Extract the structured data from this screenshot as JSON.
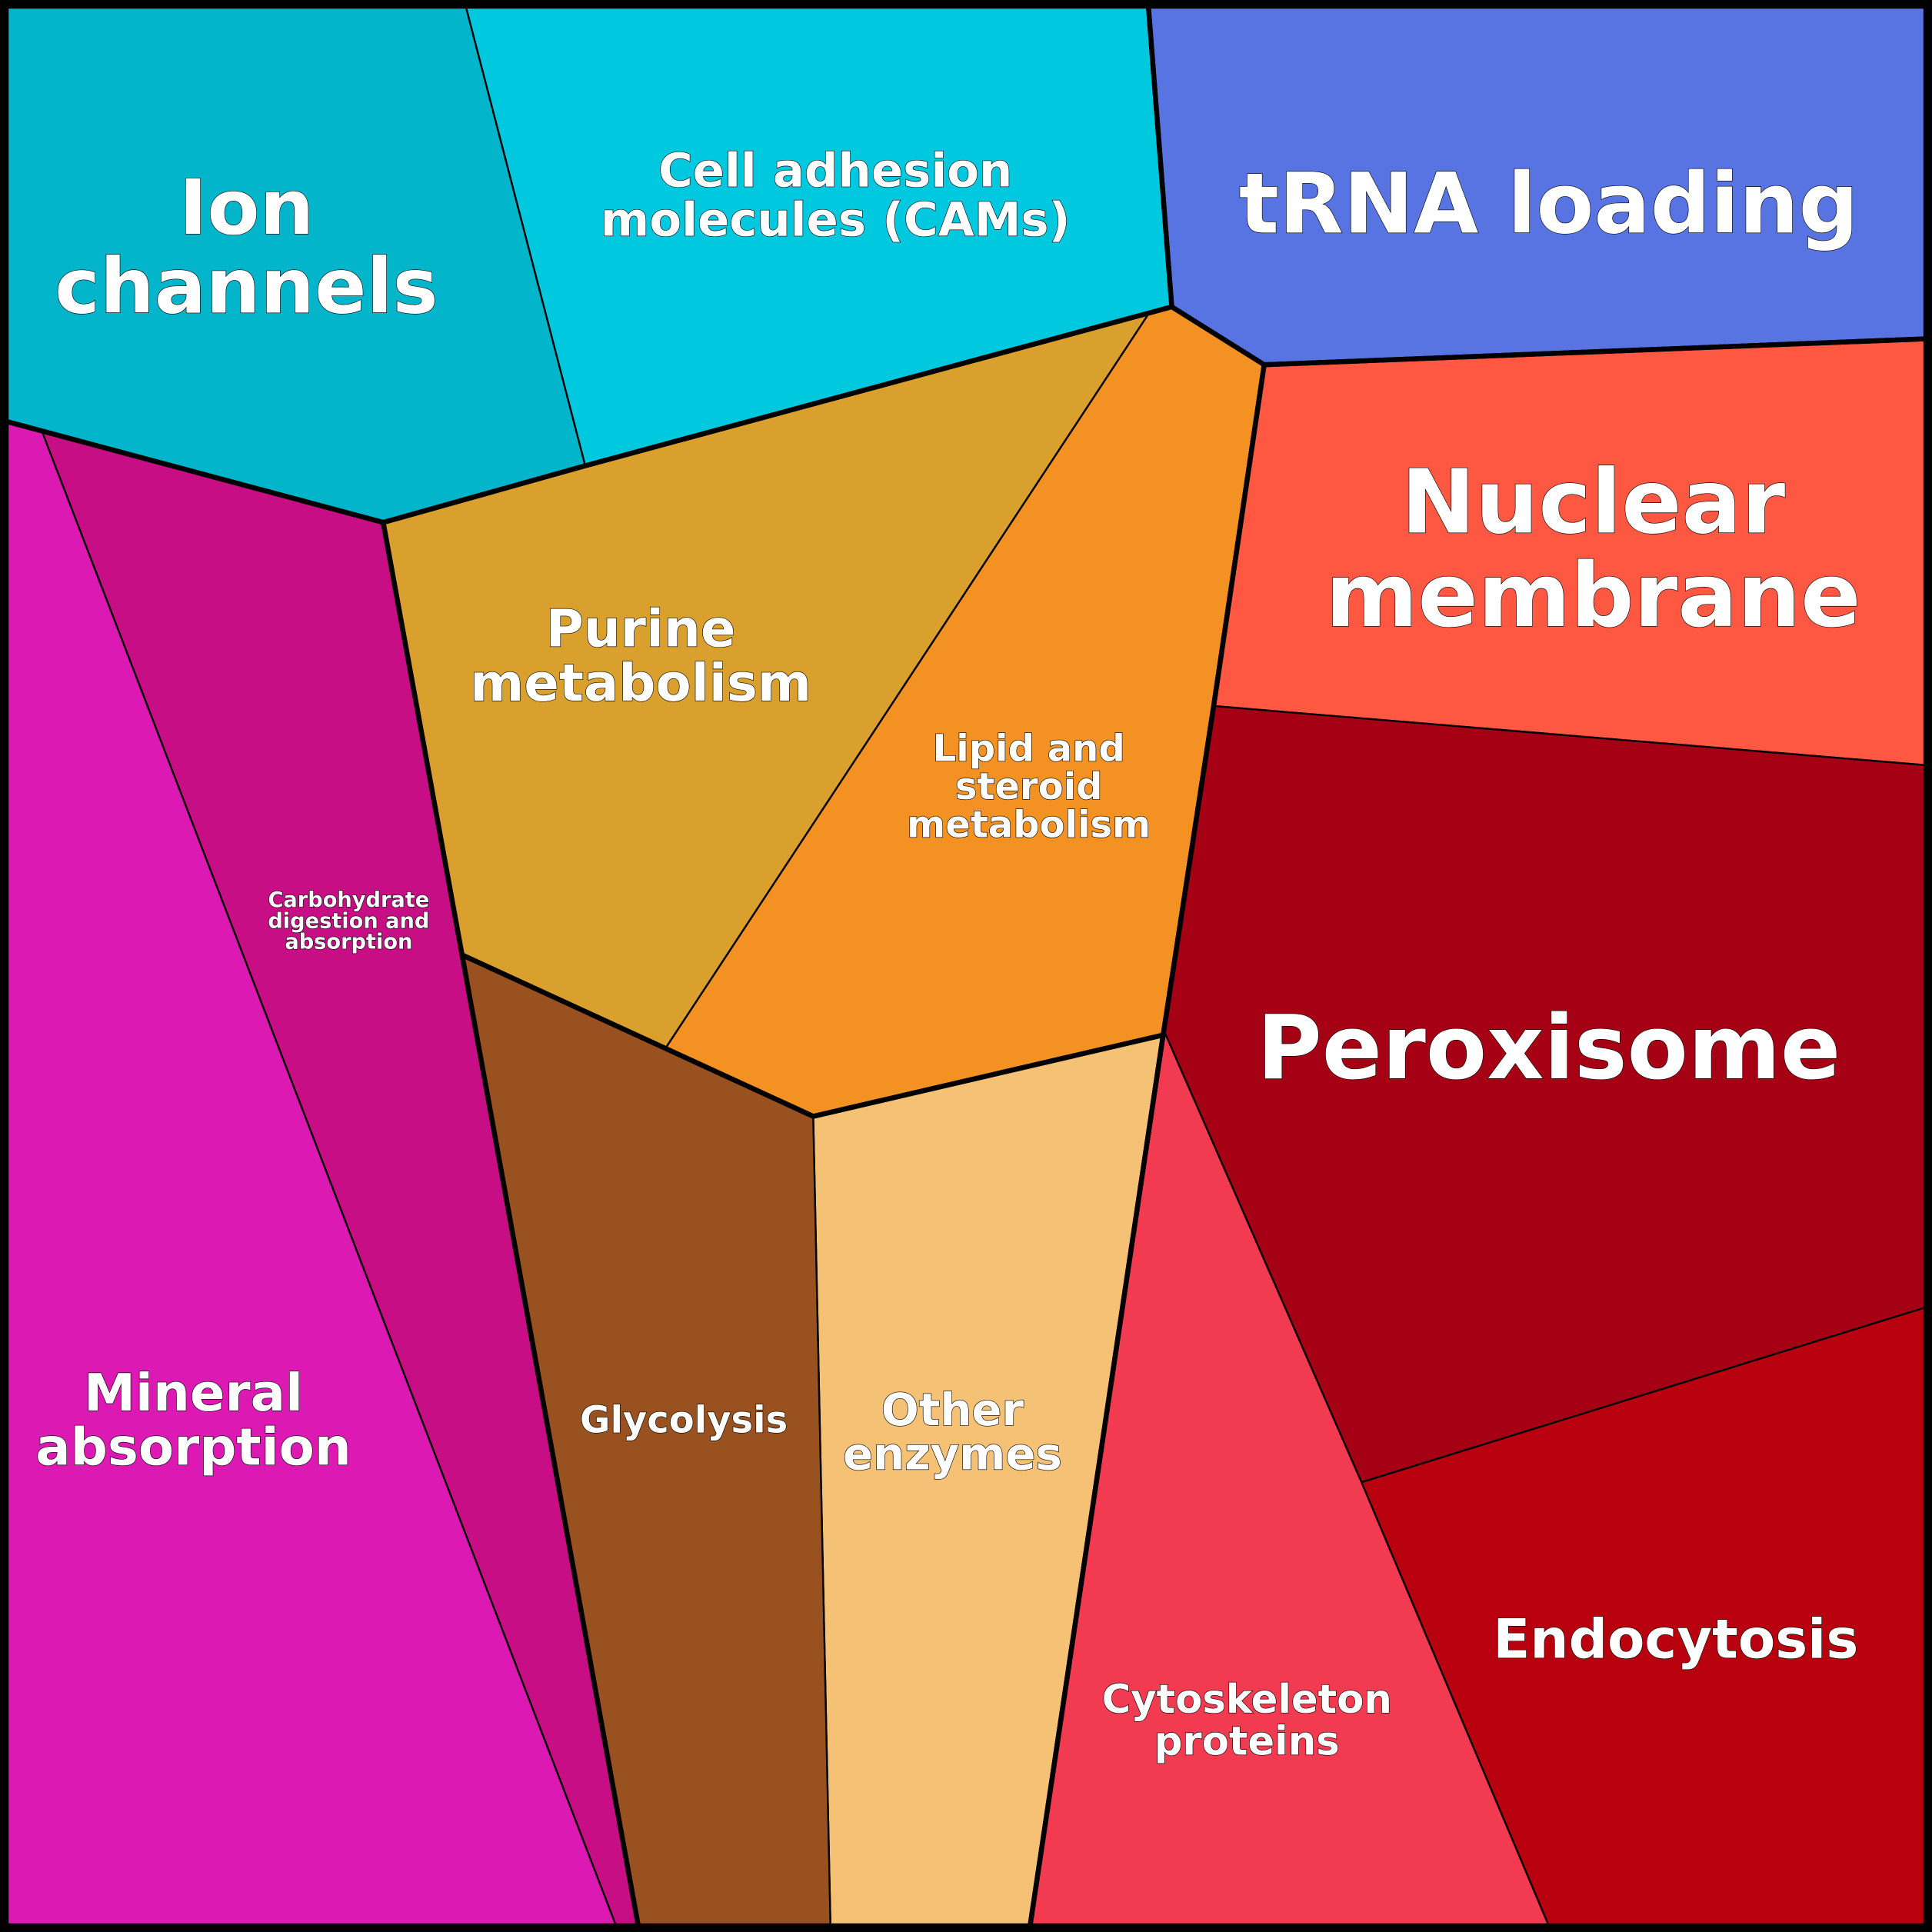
{
  "cells": [
    {
      "id": "ion",
      "label": [
        "Ion",
        "channels"
      ],
      "color": "#02b5cb"
    },
    {
      "id": "cams",
      "label": [
        "Cell adhesion",
        "molecules (CAMs)"
      ],
      "color": "#00c8df"
    },
    {
      "id": "trna",
      "label": [
        "tRNA loading"
      ],
      "color": "#5874e2"
    },
    {
      "id": "purine",
      "label": [
        "Purine",
        "metabolism"
      ],
      "color": "#d9a02e"
    },
    {
      "id": "lipid",
      "label": [
        "Lipid and",
        "steroid",
        "metabolism"
      ],
      "color": "#f39222"
    },
    {
      "id": "nuclear",
      "label": [
        "Nuclear",
        "membrane"
      ],
      "color": "#ff5842"
    },
    {
      "id": "peroxisome",
      "label": [
        "Peroxisome"
      ],
      "color": "#a60015"
    },
    {
      "id": "endocytosis",
      "label": [
        "Endocytosis"
      ],
      "color": "#b8000f"
    },
    {
      "id": "cytoskeleton",
      "label": [
        "Cytoskeleton",
        "proteins"
      ],
      "color": "#f23a50"
    },
    {
      "id": "other",
      "label": [
        "Other",
        "enzymes"
      ],
      "color": "#f4c175"
    },
    {
      "id": "glycolysis",
      "label": [
        "Glycolysis"
      ],
      "color": "#9a5120"
    },
    {
      "id": "carbohydrate",
      "label": [
        "Carbohydrate",
        "digestion and",
        "absorption"
      ],
      "color": "#c80e85"
    },
    {
      "id": "mineral",
      "label": [
        "Mineral",
        "absorption"
      ],
      "color": "#dc19b3"
    }
  ]
}
